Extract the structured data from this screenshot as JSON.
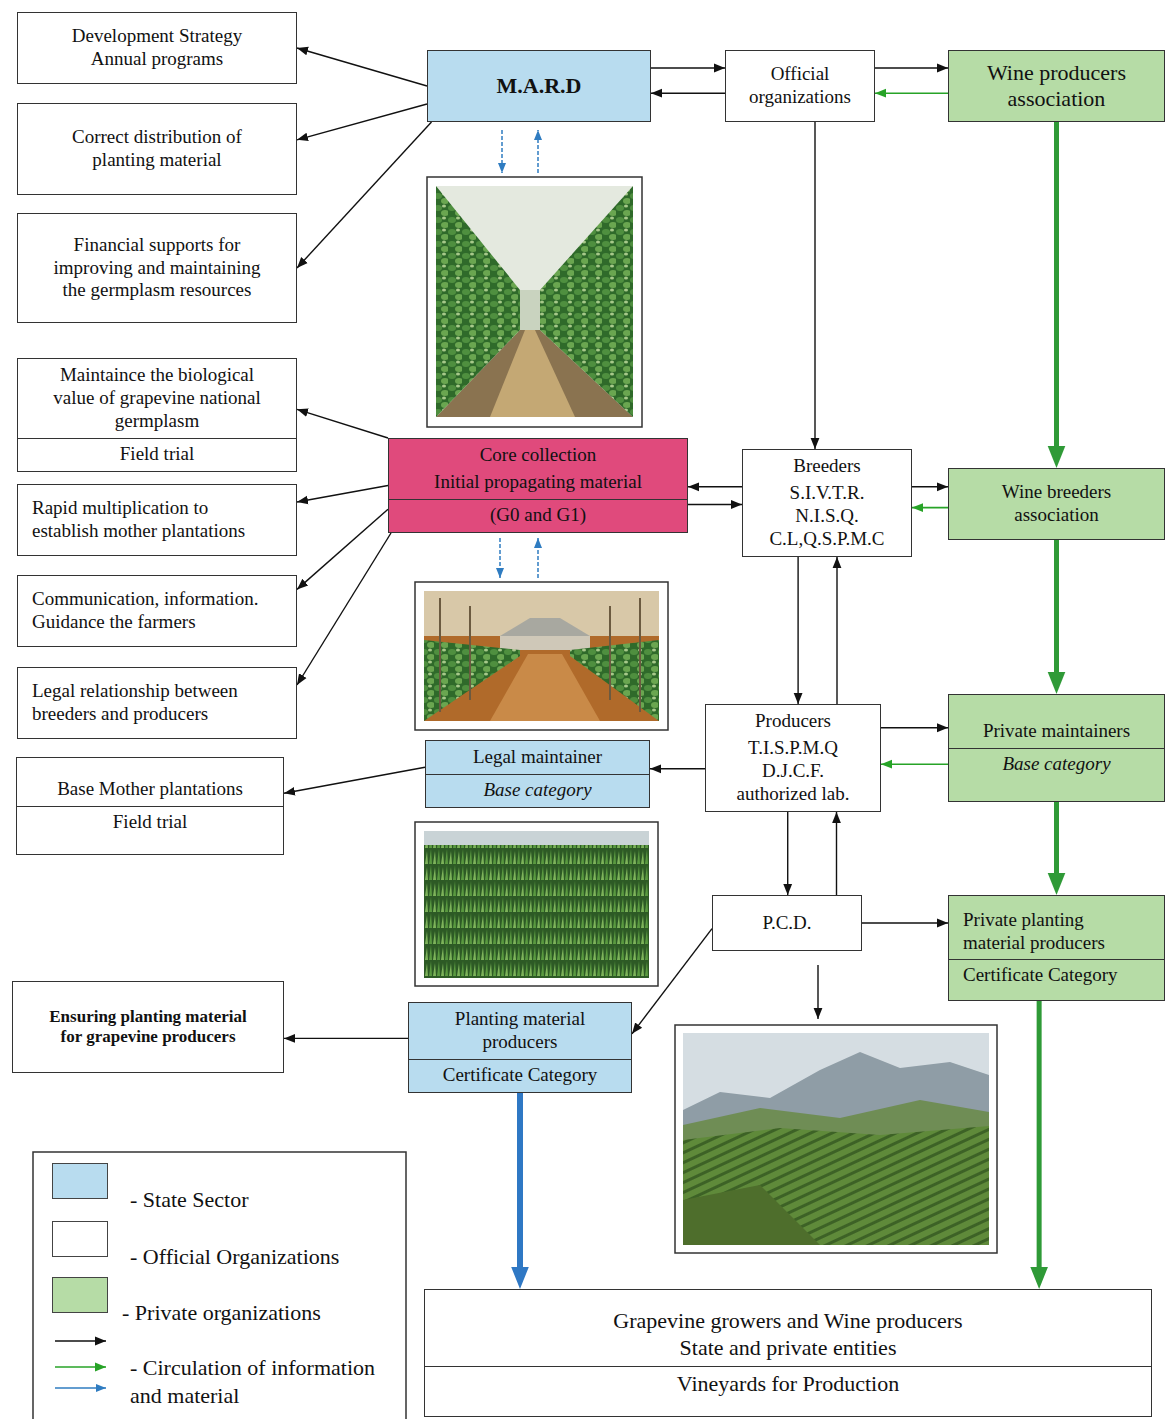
{
  "diagram": {
    "nodes": [
      {
        "text": [
          "Development Strategy Annual programs"
        ]
      },
      {
        "text": [
          "M.A.R.D"
        ]
      },
      {
        "text": [
          "Official organizations"
        ]
      },
      {
        "text": [
          "Wine producers association"
        ]
      },
      {
        "text": [
          "Correct distribution of planting material"
        ]
      },
      {
        "text": [
          "Financial supports for improving and maintaining the germplasm resources"
        ]
      },
      {
        "text": [
          "Maintaince the biological value of grapevine national germplasm",
          "Field trial"
        ]
      },
      {
        "text": [
          "Core collection",
          "Initial propagating material",
          "(G0 and G1)"
        ]
      },
      {
        "text": [
          "Breeders",
          "S.I.V.T.R. N.I.S.Q. C.L,Q.S.P.M.C"
        ]
      },
      {
        "text": [
          "Wine breeders association"
        ]
      },
      {
        "text": [
          "Rapid multiplication to establish mother plantations"
        ]
      },
      {
        "text": [
          "Communication, information. Guidance the farmers"
        ]
      },
      {
        "text": [
          "Legal relationship between breeders and producers"
        ]
      },
      {
        "text": [
          "Producers",
          "T.I.S.P.M.Q D.J.C.F. authorized lab."
        ]
      },
      {
        "text": [
          "Private maintainers",
          "Base category"
        ]
      },
      {
        "text": [
          "Legal maintainer",
          "Base category"
        ]
      },
      {
        "text": [
          "Base Mother plantations",
          "Field trial"
        ]
      },
      {
        "text": [
          "P.C.D."
        ]
      },
      {
        "text": [
          "Private planting material producers",
          "Certificate Category"
        ]
      },
      {
        "text": [
          "Ensuring planting material for grapevine producers"
        ]
      },
      {
        "text": [
          "Planting material producers",
          "Certificate Category"
        ]
      },
      {
        "text": [
          "Grapevine growers and Wine producers State and private entities",
          "Vineyards for Production"
        ]
      }
    ],
    "edges": [
      {
        "from": 1,
        "to": 0,
        "arrow": "to"
      },
      {
        "from": 1,
        "to": 4,
        "arrow": "to"
      },
      {
        "from": 1,
        "to": 5,
        "arrow": "to"
      },
      {
        "from": 1,
        "to": 2,
        "arrow": "to"
      },
      {
        "from": 2,
        "to": 1,
        "arrow": "to"
      },
      {
        "from": 2,
        "to": 3,
        "arrow": "to"
      },
      {
        "from": 3,
        "to": 2,
        "arrow": "to"
      },
      {
        "from": 2,
        "to": 8,
        "arrow": "to"
      },
      {
        "from": 3,
        "to": 9,
        "arrow": "to"
      },
      {
        "from": 7,
        "to": 6,
        "arrow": "to"
      },
      {
        "from": 7,
        "to": 10,
        "arrow": "to"
      },
      {
        "from": 7,
        "to": 11,
        "arrow": "to"
      },
      {
        "from": 7,
        "to": 12,
        "arrow": "to"
      },
      {
        "from": 8,
        "to": 7,
        "arrow": "to"
      },
      {
        "from": 7,
        "to": 8,
        "arrow": "to"
      },
      {
        "from": 8,
        "to": 9,
        "arrow": "to"
      },
      {
        "from": 9,
        "to": 8,
        "arrow": "to"
      },
      {
        "from": 9,
        "to": 14,
        "arrow": "to"
      },
      {
        "from": 8,
        "to": 13,
        "arrow": "to"
      },
      {
        "from": 13,
        "to": 8,
        "arrow": "to"
      },
      {
        "from": 13,
        "to": 15,
        "arrow": "to"
      },
      {
        "from": 13,
        "to": 14,
        "arrow": "to"
      },
      {
        "from": 14,
        "to": 13,
        "arrow": "to"
      },
      {
        "from": 15,
        "to": 16,
        "arrow": "to"
      },
      {
        "from": 13,
        "to": 17,
        "arrow": "to"
      },
      {
        "from": 17,
        "to": 13,
        "arrow": "to"
      },
      {
        "from": 17,
        "to": 18,
        "arrow": "to"
      },
      {
        "from": 17,
        "to": 20,
        "arrow": "to"
      },
      {
        "from": 14,
        "to": 18,
        "arrow": "to"
      },
      {
        "from": 18,
        "to": 21,
        "arrow": "to"
      },
      {
        "from": 20,
        "to": 19,
        "arrow": "to"
      },
      {
        "from": 20,
        "to": 21,
        "arrow": "to"
      }
    ],
    "legend": [
      {
        "text": "- State Sector",
        "color": "#b8dcef"
      },
      {
        "text": "- Official Organizations",
        "color": "#ffffff"
      },
      {
        "text": "- Private organizations",
        "color": "#b6dca6"
      },
      {
        "text": "- Circulation of information and material"
      }
    ]
  }
}
